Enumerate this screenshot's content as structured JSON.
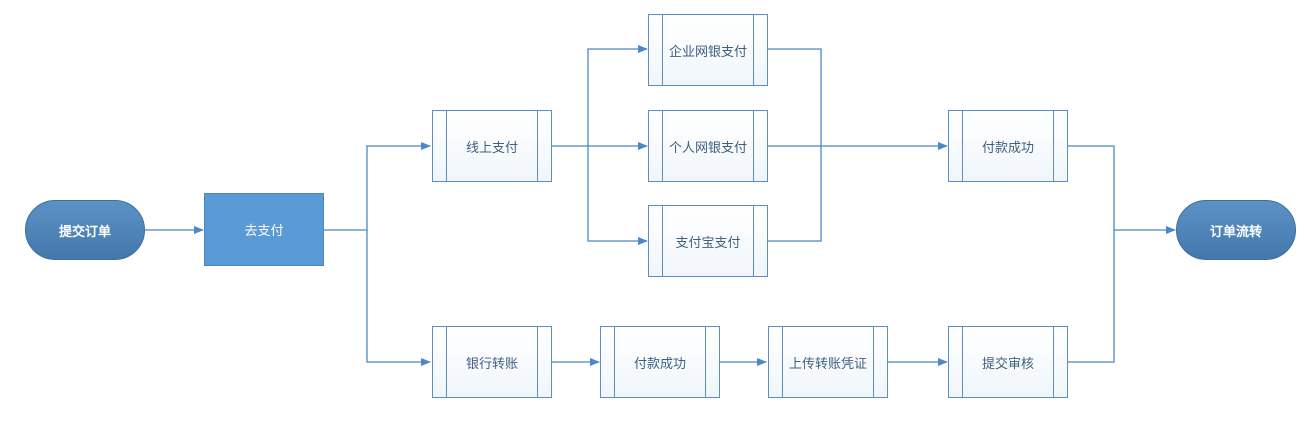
{
  "nodes": {
    "submit_order": "提交订单",
    "go_pay": "去支付",
    "online_pay": "线上支付",
    "corp_bank_pay": "企业网银支付",
    "personal_bank_pay": "个人网银支付",
    "alipay_pay": "支付宝支付",
    "pay_success_online": "付款成功",
    "bank_transfer": "银行转账",
    "pay_success_transfer": "付款成功",
    "upload_voucher": "上传转账凭证",
    "submit_review": "提交审核",
    "order_flow": "订单流转"
  },
  "colors": {
    "line": "#4a88c7",
    "terminal_fill": "#4f86bd",
    "action_fill": "#5b9bd5",
    "process_border": "#5a8fc3"
  }
}
